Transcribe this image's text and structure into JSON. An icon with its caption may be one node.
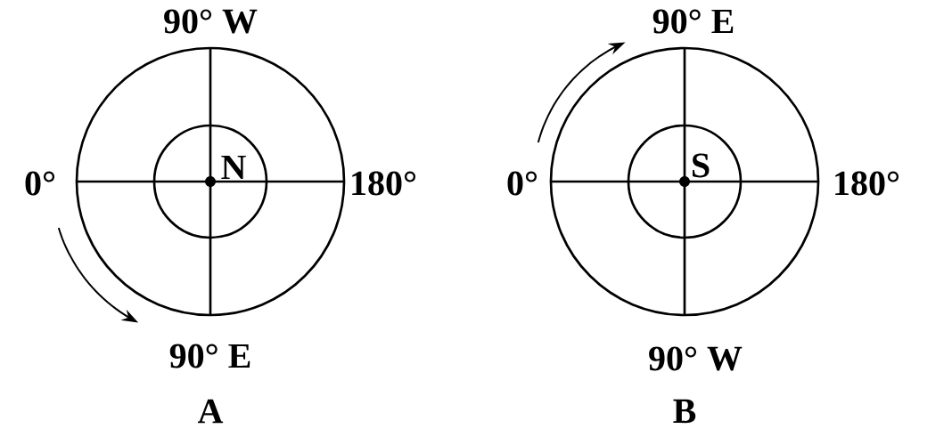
{
  "diagram": {
    "labels": [
      "90° W",
      "0°",
      "N",
      "180°",
      "90° E",
      "A",
      "90° E",
      "0°",
      "S",
      "180°",
      "90° W",
      "B"
    ]
  }
}
